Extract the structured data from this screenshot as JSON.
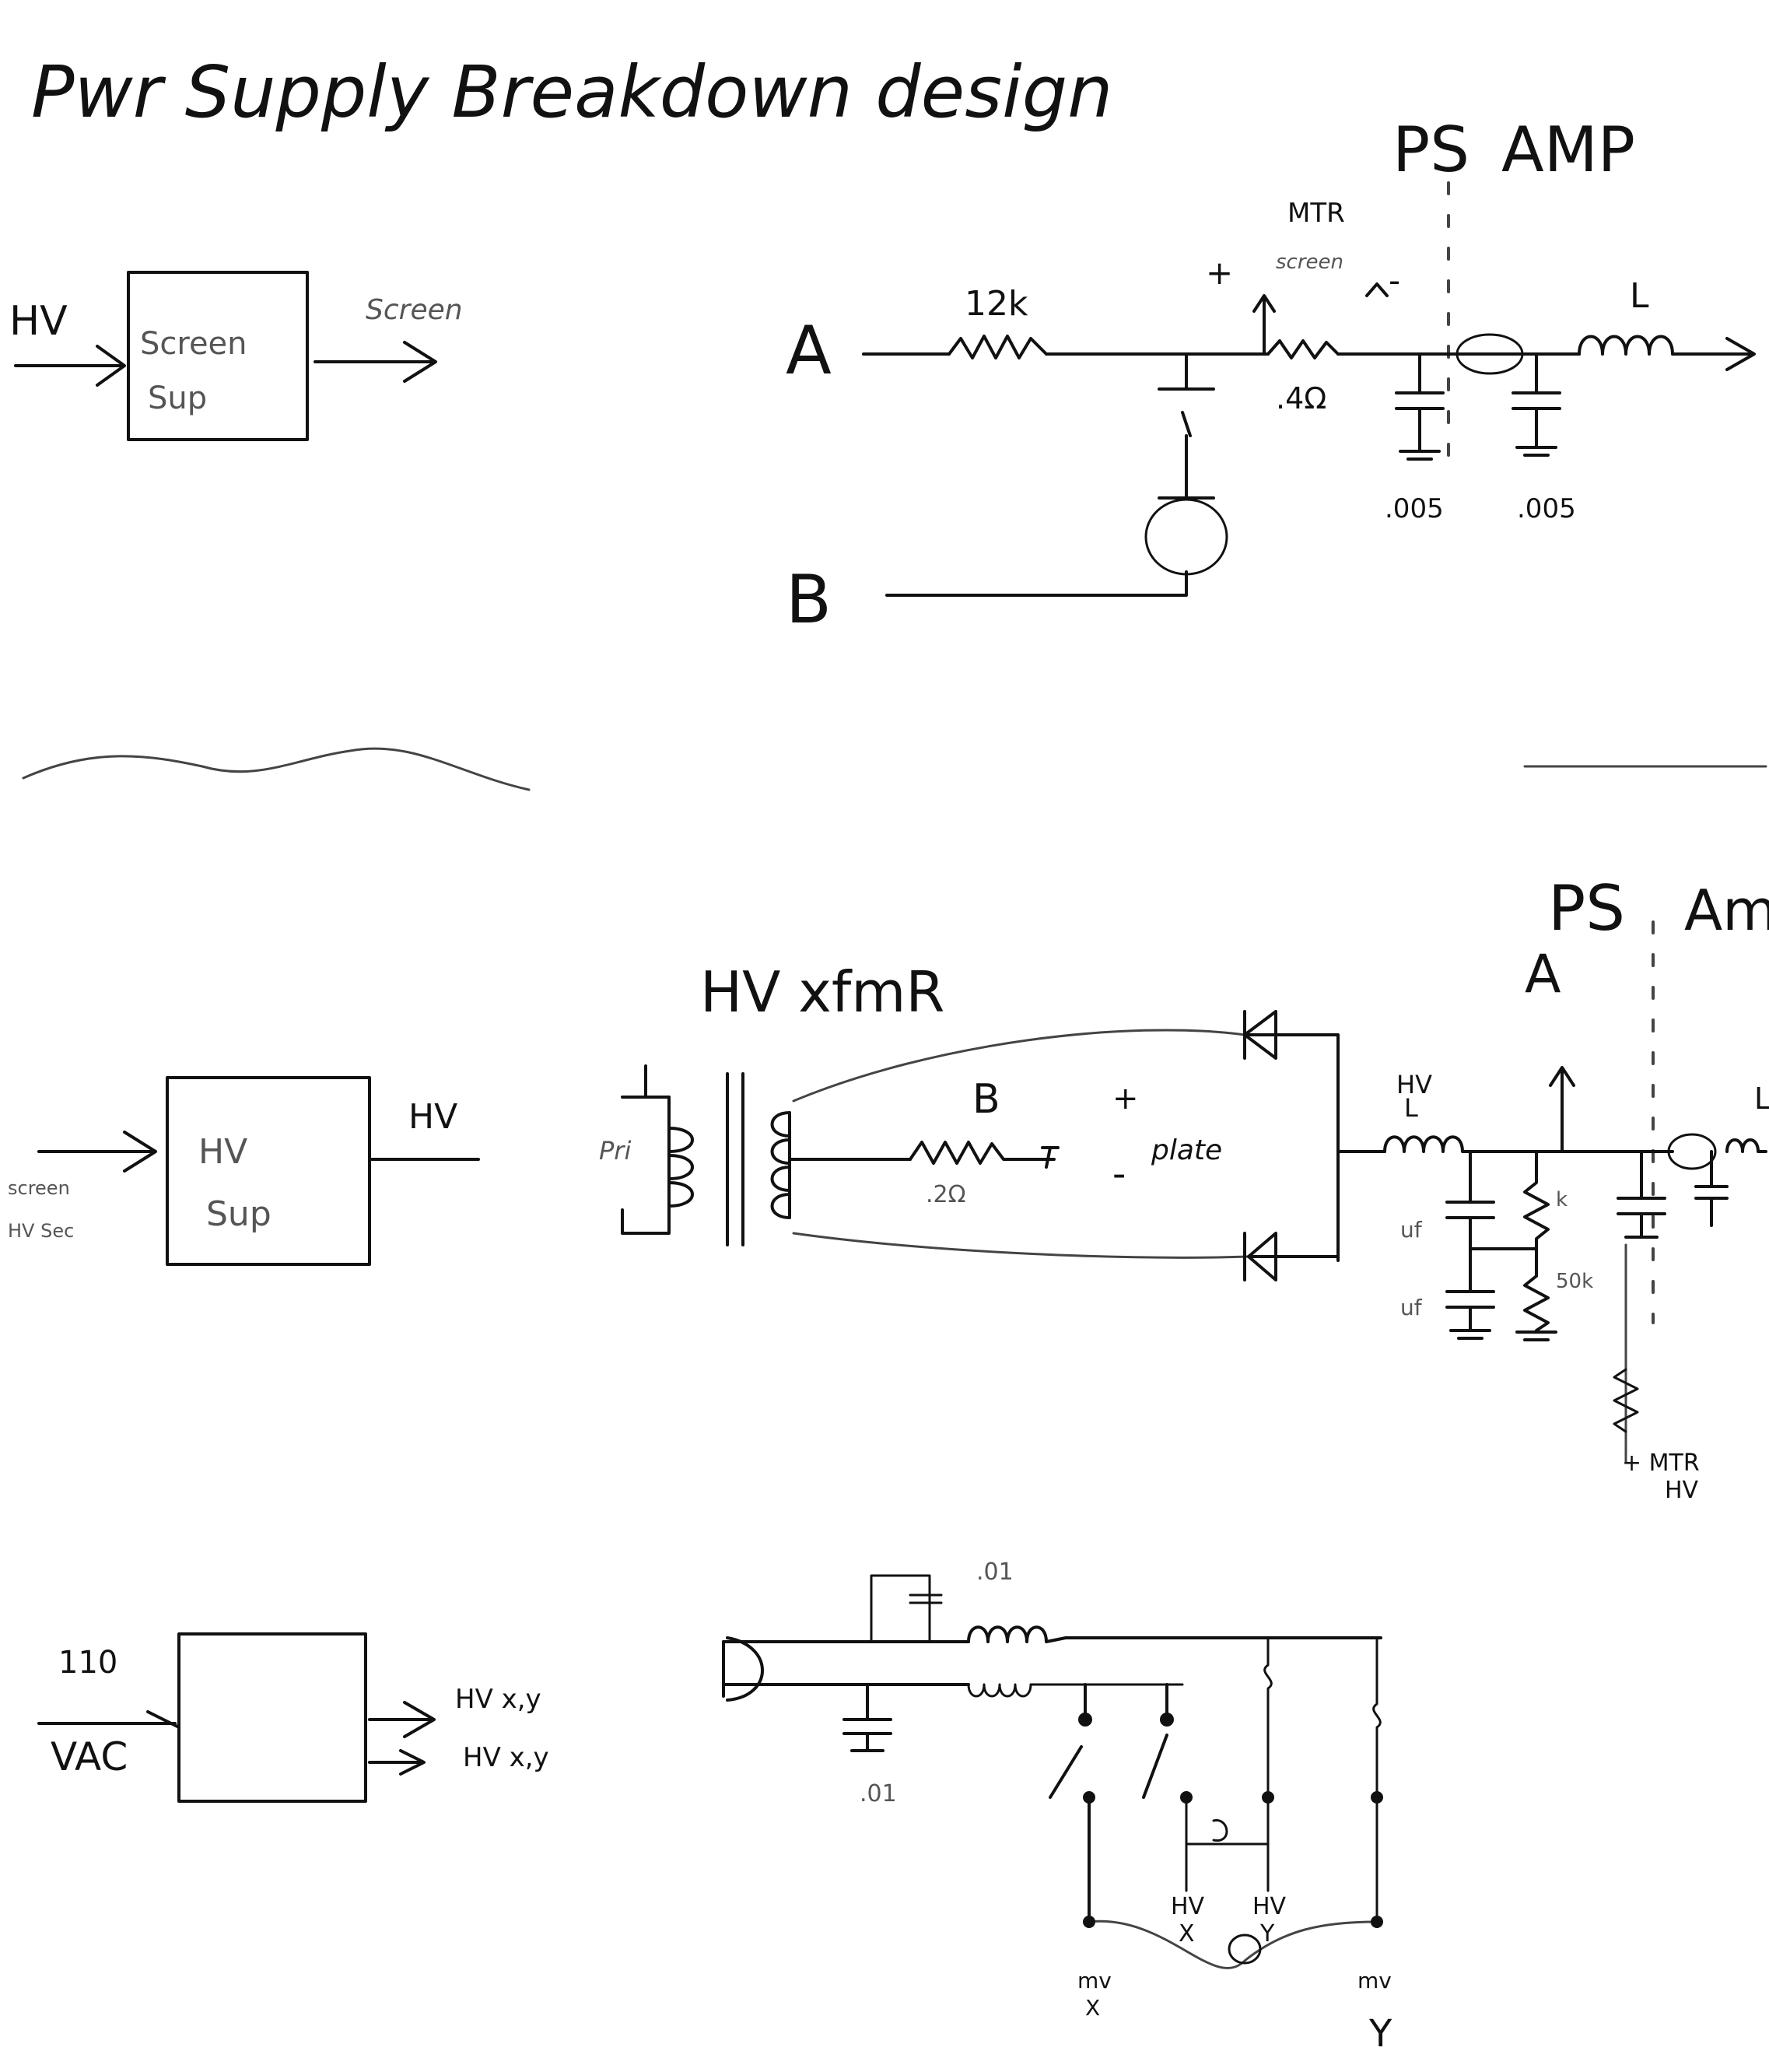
{
  "title": "Pwr Supply Breakdown design",
  "section1": {
    "ps_label": "PS",
    "amp_label": "AMP",
    "block_input": "HV",
    "block_text_1": "Screen",
    "block_text_2": "Sup",
    "block_output": "Screen",
    "node_a": "A",
    "node_b": "B",
    "r1_value": "12k",
    "meter_line1": "MTR",
    "meter_line2": "screen",
    "meter_plus": "+",
    "meter_minus": "-",
    "shunt_value": ".4Ω",
    "cap1_value": ".005",
    "cap2_value": ".005",
    "inductor_label": "L"
  },
  "section2": {
    "ps_label": "PS",
    "amp_label": "Amp",
    "block_text_1": "HV",
    "block_text_2": "Sup",
    "block_output": "HV",
    "block_input_1": "screen",
    "block_input_2": "HV Sec",
    "xfmr_label": "HV xfmR",
    "pri_label": "Pri",
    "b_label": "B",
    "b_res_value": ".2Ω",
    "plate_label": "plate",
    "plate_plus": "+",
    "plate_minus": "-",
    "hv_l_line1": "HV",
    "hv_l_line2": "L",
    "node_a": "A",
    "cap_uf_1": "uf",
    "cap_uf_2": "uf",
    "res_value_1": "k",
    "res_value_2": "50k",
    "l_label": "L",
    "meter_line1": "+ MTR",
    "meter_line2": "HV"
  },
  "section3": {
    "in_line1": "110",
    "in_line2": "VAC",
    "out_line1": "HV x,y",
    "out_line2": "HV x,y",
    "cap_top": ".01",
    "cap_bottom": ".01",
    "hv_x_1": "HV",
    "hv_x_2": "X",
    "hv_y_1": "HV",
    "hv_y_2": "Y",
    "mv_x_1": "mv",
    "mv_x_2": "X",
    "mv_y_1": "mv",
    "mv_y_2": "Y"
  }
}
